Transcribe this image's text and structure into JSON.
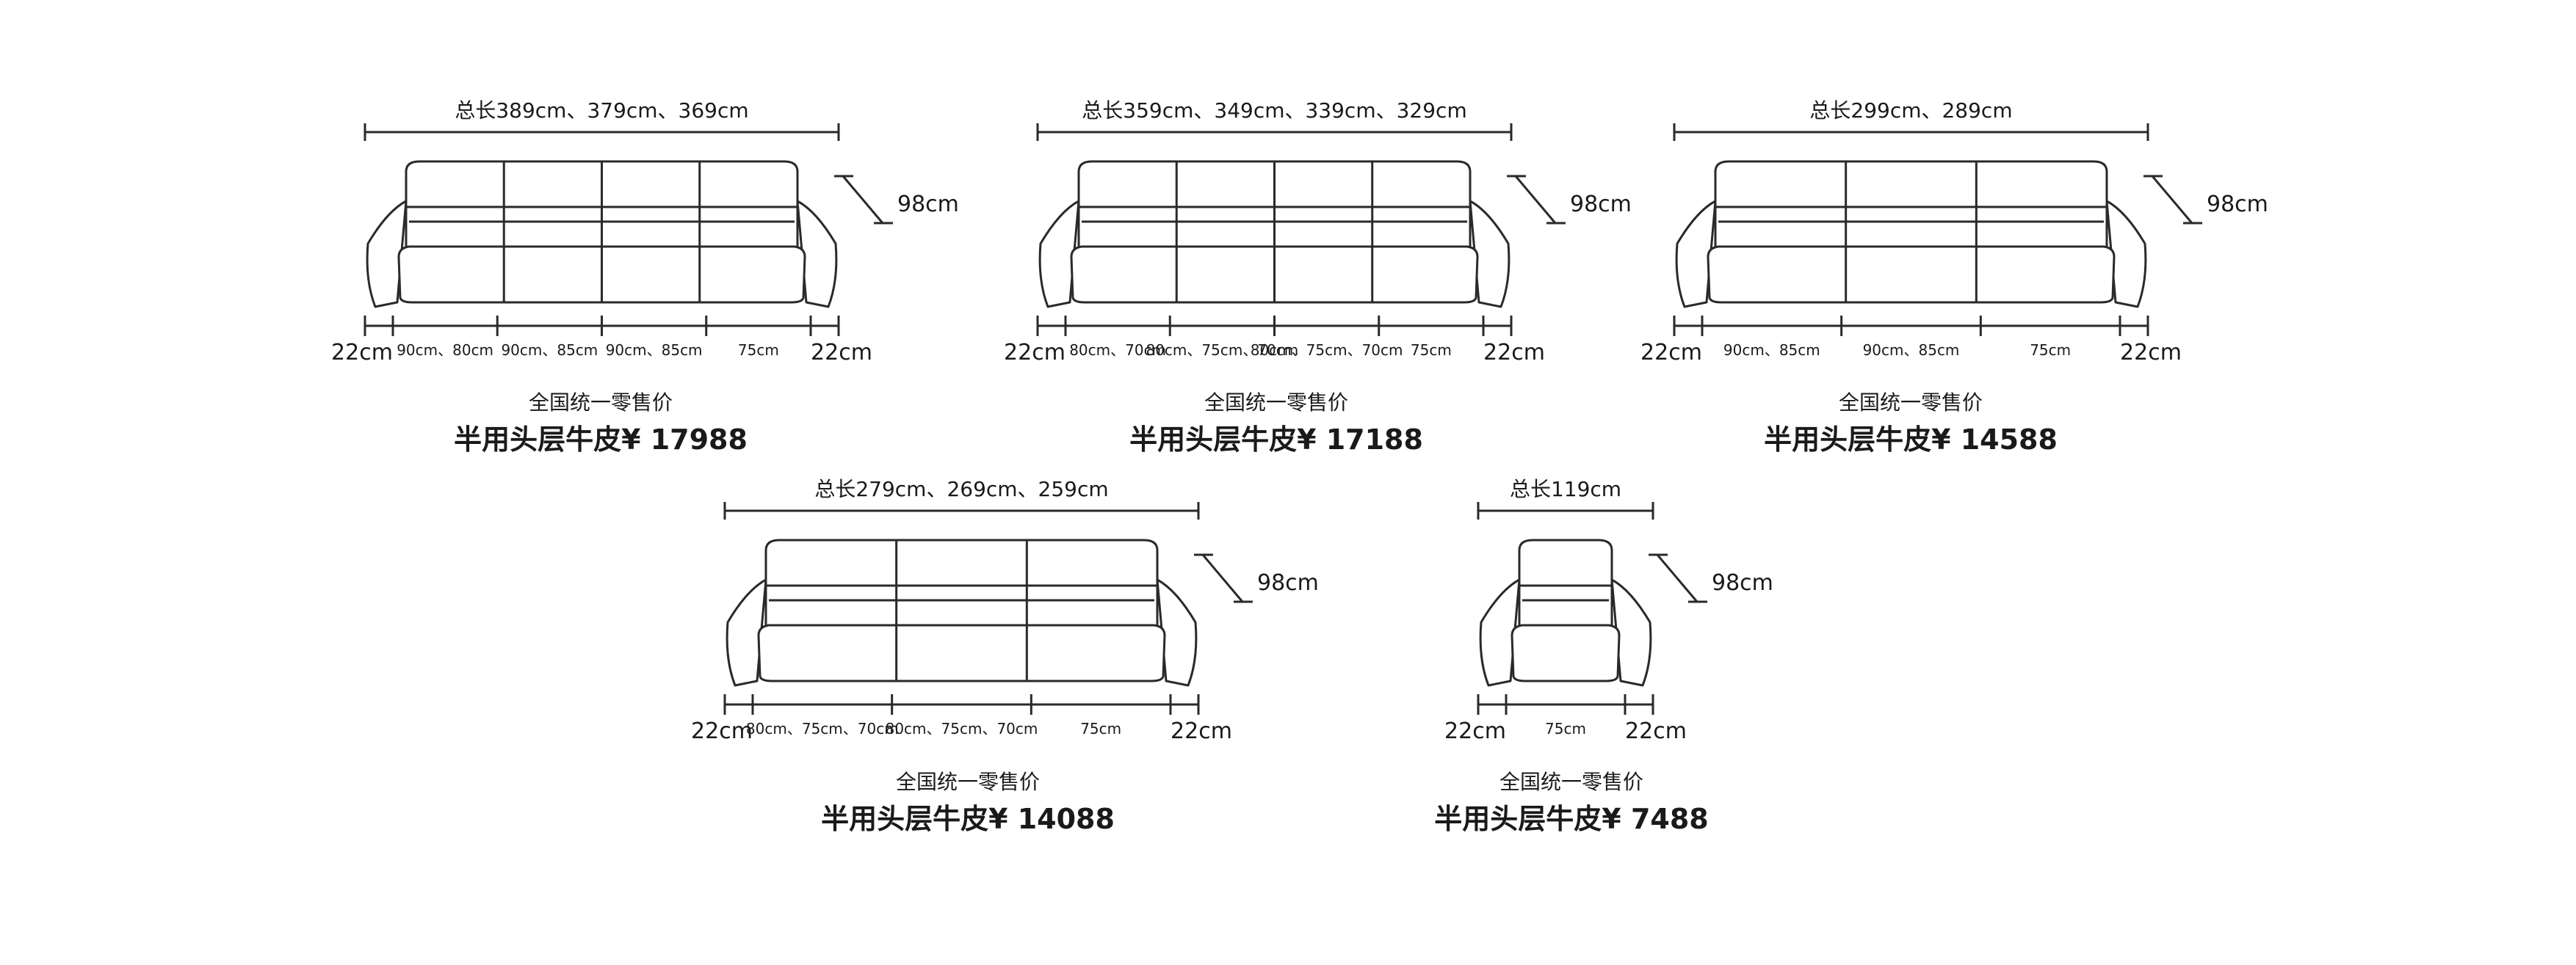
{
  "products": [
    {
      "id": "p1",
      "total_length": "总长389cm、379cm、369cm",
      "height": "98cm",
      "seats": 4,
      "arm_left": "22cm",
      "arm_right": "22cm",
      "segments": [
        "90cm、80cm",
        "90cm、85cm",
        "90cm、85cm",
        "75cm"
      ],
      "retail_label": "全国统一零售价",
      "price_label": "半用头层牛皮¥ 17988"
    },
    {
      "id": "p2",
      "total_length": "总长359cm、349cm、339cm、329cm",
      "height": "98cm",
      "seats": 4,
      "arm_left": "22cm",
      "arm_right": "22cm",
      "segments": [
        "80cm、70cm",
        "80cm、75cm、70cm",
        "80cm、75cm、70cm",
        "75cm"
      ],
      "retail_label": "全国统一零售价",
      "price_label": "半用头层牛皮¥ 17188"
    },
    {
      "id": "p3",
      "total_length": "总长299cm、289cm",
      "height": "98cm",
      "seats": 3,
      "arm_left": "22cm",
      "arm_right": "22cm",
      "segments": [
        "90cm、85cm",
        "90cm、85cm",
        "75cm"
      ],
      "retail_label": "全国统一零售价",
      "price_label": "半用头层牛皮¥ 14588"
    },
    {
      "id": "p4",
      "total_length": "总长279cm、269cm、259cm",
      "height": "98cm",
      "seats": 3,
      "arm_left": "22cm",
      "arm_right": "22cm",
      "segments": [
        "80cm、75cm、70cm",
        "80cm、75cm、70cm",
        "75cm"
      ],
      "retail_label": "全国统一零售价",
      "price_label": "半用头层牛皮¥ 14088"
    },
    {
      "id": "p5",
      "total_length": "总长119cm",
      "height": "98cm",
      "seats": 1,
      "arm_left": "22cm",
      "arm_right": "22cm",
      "segments": [
        "75cm"
      ],
      "retail_label": "全国统一零售价",
      "price_label": "半用头层牛皮¥ 7488"
    }
  ]
}
